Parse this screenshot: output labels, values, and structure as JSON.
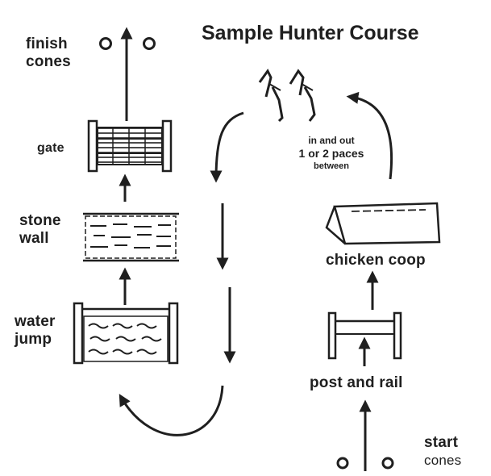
{
  "title": "Sample Hunter Course",
  "labels": {
    "finish_line1": "finish",
    "finish_line2": "cones",
    "gate": "gate",
    "stone_wall_line1": "stone",
    "stone_wall_line2": "wall",
    "water_jump_line1": "water",
    "water_jump_line2": "jump",
    "in_out_line1": "in and out",
    "in_out_line2": "1 or 2 paces",
    "in_out_line3": "between",
    "chicken_coop": "chicken coop",
    "post_and_rail": "post and rail",
    "start_line1": "start",
    "start_line2": "cones"
  },
  "colors": {
    "ink": "#1f1f1f",
    "paper": "#ffffff"
  }
}
